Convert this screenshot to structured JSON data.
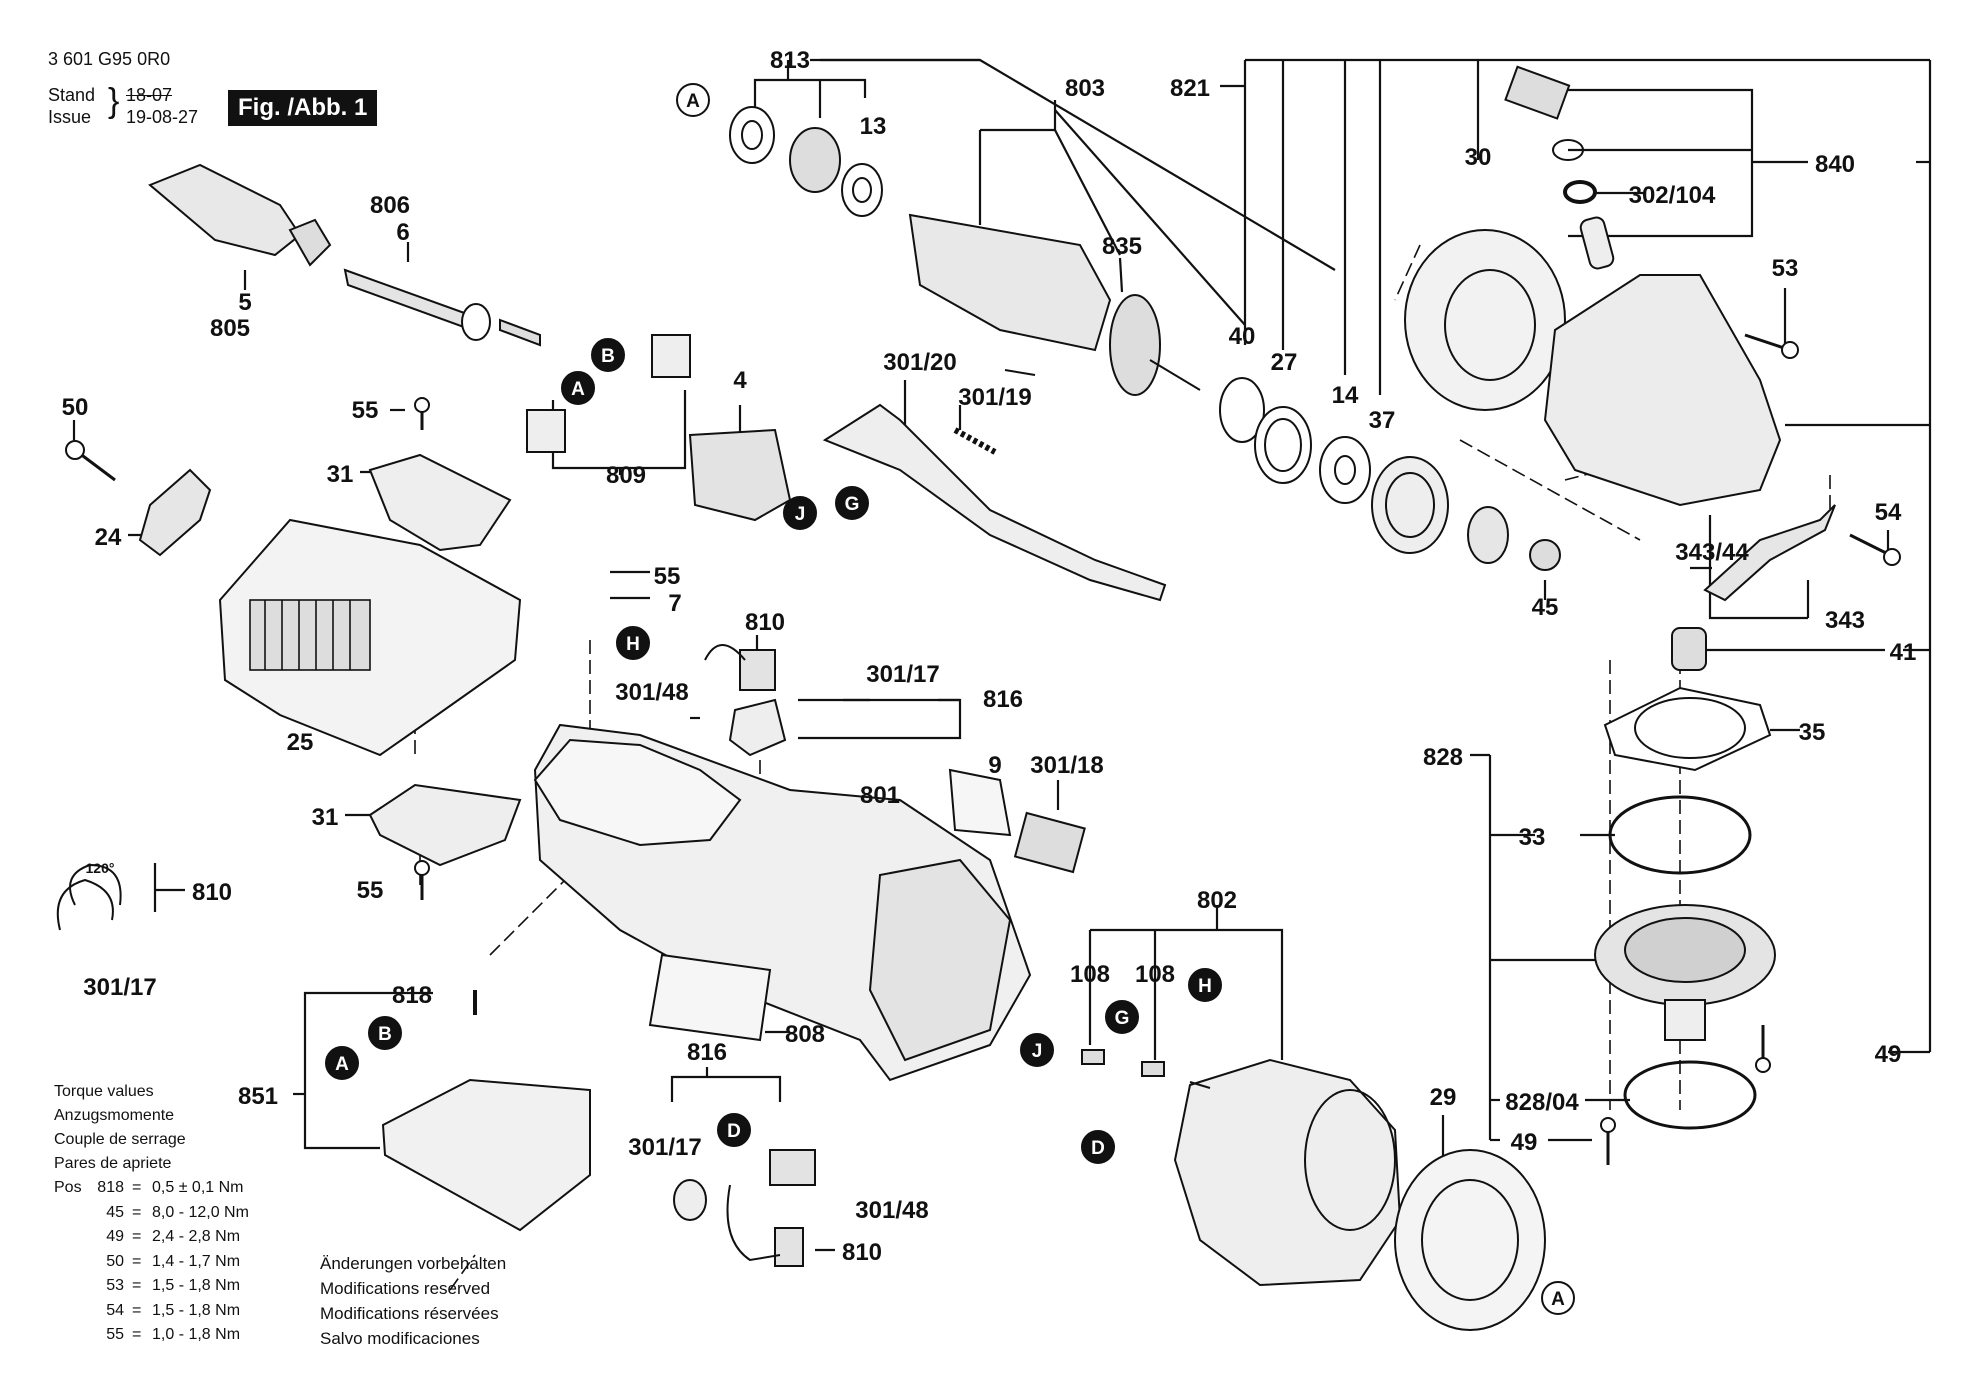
{
  "header": {
    "doc_number": "3 601 G95 0R0",
    "stand_label": "Stand",
    "stand_value": "18-07",
    "issue_label": "Issue",
    "issue_value": "19-08-27",
    "figure_label": "Fig. /Abb. 1"
  },
  "part_labels": [
    {
      "id": "l813",
      "text": "813"
    },
    {
      "id": "l803",
      "text": "803"
    },
    {
      "id": "l821",
      "text": "821"
    },
    {
      "id": "l13",
      "text": "13"
    },
    {
      "id": "l835",
      "text": "835"
    },
    {
      "id": "l30",
      "text": "30"
    },
    {
      "id": "l840",
      "text": "840"
    },
    {
      "id": "l302_104",
      "text": "302/104"
    },
    {
      "id": "l53",
      "text": "53"
    },
    {
      "id": "l806",
      "text": "806"
    },
    {
      "id": "l6",
      "text": "6"
    },
    {
      "id": "l5",
      "text": "5"
    },
    {
      "id": "l805",
      "text": "805"
    },
    {
      "id": "l40",
      "text": "40"
    },
    {
      "id": "l27",
      "text": "27"
    },
    {
      "id": "l14",
      "text": "14"
    },
    {
      "id": "l37",
      "text": "37"
    },
    {
      "id": "l4",
      "text": "4"
    },
    {
      "id": "l301_20",
      "text": "301/20"
    },
    {
      "id": "l301_19",
      "text": "301/19"
    },
    {
      "id": "l50",
      "text": "50"
    },
    {
      "id": "l55a",
      "text": "55"
    },
    {
      "id": "l809",
      "text": "809"
    },
    {
      "id": "l31a",
      "text": "31"
    },
    {
      "id": "l24",
      "text": "24"
    },
    {
      "id": "l54",
      "text": "54"
    },
    {
      "id": "l343_44",
      "text": "343/44"
    },
    {
      "id": "l45",
      "text": "45"
    },
    {
      "id": "l343",
      "text": "343"
    },
    {
      "id": "l41",
      "text": "41"
    },
    {
      "id": "l55b",
      "text": "55"
    },
    {
      "id": "l7",
      "text": "7"
    },
    {
      "id": "l810a",
      "text": "810"
    },
    {
      "id": "l301_17a",
      "text": "301/17"
    },
    {
      "id": "l816a",
      "text": "816"
    },
    {
      "id": "l301_48a",
      "text": "301/48"
    },
    {
      "id": "l25",
      "text": "25"
    },
    {
      "id": "l35",
      "text": "35"
    },
    {
      "id": "l828",
      "text": "828"
    },
    {
      "id": "l9",
      "text": "9"
    },
    {
      "id": "l301_18",
      "text": "301/18"
    },
    {
      "id": "l801",
      "text": "801"
    },
    {
      "id": "l31b",
      "text": "31"
    },
    {
      "id": "l33",
      "text": "33"
    },
    {
      "id": "l120",
      "text": "120°"
    },
    {
      "id": "l810b",
      "text": "810"
    },
    {
      "id": "l55c",
      "text": "55"
    },
    {
      "id": "l802",
      "text": "802"
    },
    {
      "id": "l301_17b",
      "text": "301/17"
    },
    {
      "id": "l108a",
      "text": "108"
    },
    {
      "id": "l108b",
      "text": "108"
    },
    {
      "id": "l818",
      "text": "818"
    },
    {
      "id": "l808",
      "text": "808"
    },
    {
      "id": "l49a",
      "text": "49"
    },
    {
      "id": "l851",
      "text": "851"
    },
    {
      "id": "l816b",
      "text": "816"
    },
    {
      "id": "l29",
      "text": "29"
    },
    {
      "id": "l828_04",
      "text": "828/04"
    },
    {
      "id": "l301_17c",
      "text": "301/17"
    },
    {
      "id": "l49b",
      "text": "49"
    },
    {
      "id": "l301_48b",
      "text": "301/48"
    },
    {
      "id": "l810c",
      "text": "810"
    }
  ],
  "markers": [
    {
      "id": "mA1",
      "letter": "A"
    },
    {
      "id": "mB1",
      "letter": "B"
    },
    {
      "id": "mA2",
      "letter": "A"
    },
    {
      "id": "mJ1",
      "letter": "J"
    },
    {
      "id": "mG1",
      "letter": "G"
    },
    {
      "id": "mH1",
      "letter": "H"
    },
    {
      "id": "mB2",
      "letter": "B"
    },
    {
      "id": "mA3",
      "letter": "A"
    },
    {
      "id": "mJ2",
      "letter": "J"
    },
    {
      "id": "mG2",
      "letter": "G"
    },
    {
      "id": "mH2",
      "letter": "H"
    },
    {
      "id": "mD1",
      "letter": "D"
    },
    {
      "id": "mD2",
      "letter": "D"
    },
    {
      "id": "mA4",
      "letter": "A"
    }
  ],
  "torque": {
    "titles": [
      "Torque values",
      "Anzugsmomente",
      "Couple de serrage",
      "Pares de apriete"
    ],
    "pos_label": "Pos",
    "rows": [
      {
        "pos": "818",
        "eq": "=",
        "value": "0,5 ± 0,1 Nm"
      },
      {
        "pos": "45",
        "eq": "=",
        "value": "8,0 - 12,0 Nm"
      },
      {
        "pos": "49",
        "eq": "=",
        "value": "2,4 - 2,8 Nm"
      },
      {
        "pos": "50",
        "eq": "=",
        "value": "1,4 - 1,7 Nm"
      },
      {
        "pos": "53",
        "eq": "=",
        "value": "1,5 - 1,8 Nm"
      },
      {
        "pos": "54",
        "eq": "=",
        "value": "1,5 - 1,8 Nm"
      },
      {
        "pos": "55",
        "eq": "=",
        "value": "1,0 - 1,8 Nm"
      }
    ]
  },
  "notice": [
    "Änderungen vorbehalten",
    "Modifications reserved",
    "Modifications réservées",
    "Salvo modificaciones"
  ]
}
